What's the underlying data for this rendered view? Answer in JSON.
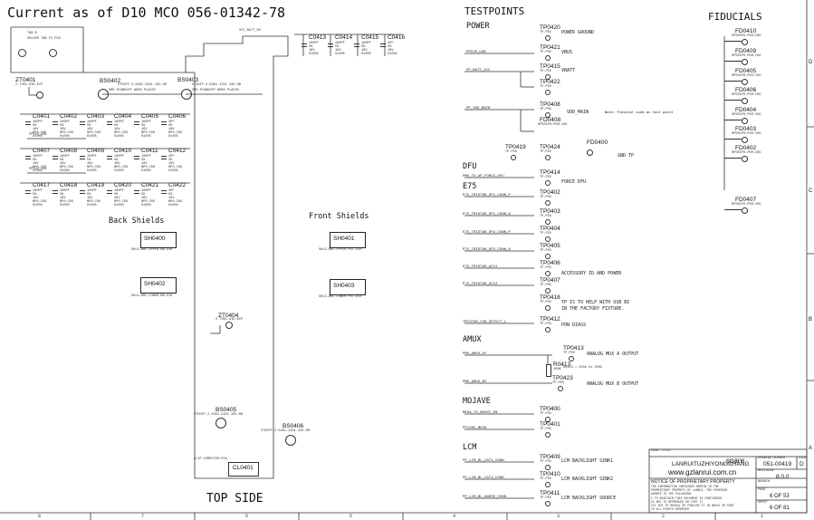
{
  "header": {
    "title": "Current as of D10 MCO 056-01342-78",
    "bottom_title": "TOP SIDE"
  },
  "zones": {
    "bottom": [
      "8",
      "7",
      "6",
      "5",
      "4",
      "3",
      "2",
      "1"
    ],
    "right": [
      "D",
      "C",
      "B",
      "A"
    ]
  },
  "corner_box": {
    "label": "TAB B",
    "sub": "SOLDER TAB TO PCB"
  },
  "standoffs": {
    "zt0401": {
      "ref": "ZT0401",
      "val": "2.7OD1.8ID-ECP"
    },
    "bs0402": {
      "ref": "BS0402",
      "val": "STDOFF-2.9OD1.4ID1.15H-SM",
      "note": "SMD STANDOFF WHEN PLACED"
    },
    "bs0403": {
      "ref": "BS0403",
      "val": "STDOFF-2.9OD1.4ID1.15H-SM",
      "note": "SMD STANDOFF WHEN PLACED"
    },
    "zt0404": {
      "ref": "ZT0404",
      "val": "2.7OD1.8ID-ECP"
    },
    "bs0405": {
      "ref": "BS0405",
      "val": "STDOFF-2.5OD1.4ID1.15H-SM"
    },
    "bs0406": {
      "ref": "BS0406",
      "val": "STDOFF-2.5OD1.4ID1.15H-SM"
    },
    "cl0401": {
      "ref": "CL0401",
      "note": "CLIP-COMPUTER-PCB"
    }
  },
  "rails": {
    "left": "PP5V0_USB",
    "right": "VCC_BATT_S0"
  },
  "cap_rows": [
    [
      {
        "ref": "C0401",
        "val": "100PF"
      },
      {
        "ref": "C0402",
        "val": "100PF"
      },
      {
        "ref": "C0403",
        "val": "100PF"
      },
      {
        "ref": "C0404",
        "val": "100PF"
      },
      {
        "ref": "C0405",
        "val": "100PF"
      },
      {
        "ref": "C0406",
        "val": "4PF"
      }
    ],
    [
      {
        "ref": "C0407",
        "val": "100PF"
      },
      {
        "ref": "C0408",
        "val": "100PF"
      },
      {
        "ref": "C0409",
        "val": "100PF"
      },
      {
        "ref": "C0410",
        "val": "100PF"
      },
      {
        "ref": "C0411",
        "val": "100PF"
      },
      {
        "ref": "C0412",
        "val": "4PF"
      }
    ],
    [
      {
        "ref": "C0417",
        "val": "100PF"
      },
      {
        "ref": "C0418",
        "val": "100PF"
      },
      {
        "ref": "C0419",
        "val": "100PF"
      },
      {
        "ref": "C0420",
        "val": "100PF"
      },
      {
        "ref": "C0421",
        "val": "100PF"
      },
      {
        "ref": "C0422",
        "val": "4PF"
      }
    ]
  ],
  "top_caps": [
    {
      "ref": "C0413",
      "val": "100PF"
    },
    {
      "ref": "C0414",
      "val": "100PF"
    },
    {
      "ref": "C0415",
      "val": "100PF"
    },
    {
      "ref": "C0416",
      "val": "4PF"
    }
  ],
  "cap_spec": {
    "tol": "5%",
    "volt": "16V",
    "dielectric": "NP0-C0G",
    "pkg": "01005"
  },
  "shields": {
    "back_title": "Back Shields",
    "front_title": "Front Shields",
    "sh0400": {
      "ref": "SH0400",
      "part": "SHLD-BRC-UPPER-BB-D10"
    },
    "sh0402": {
      "ref": "SH0402",
      "part": "SHLD-BRC-LOWER-BB-D10"
    },
    "sh0401": {
      "ref": "SH0401",
      "part": "SHLD-BRC-UPPER-FRT-D10"
    },
    "sh0403": {
      "ref": "SH0403",
      "part": "SHLD-BRC-LOWER-FRT-D10"
    }
  },
  "testpoints": {
    "title": "TESTPOINTS",
    "power_title": "POWER",
    "dfu_title": "DFU",
    "e75_title": "E75",
    "amux_title": "AMUX",
    "mojave_title": "MOJAVE",
    "lcm_title": "LCM",
    "pkg": "TP-P55",
    "tp0420": {
      "ref": "TP0420",
      "desc": "POWER GROUND"
    },
    "tp0421": {
      "ref": "TP0421",
      "net": "PP5V0_USB",
      "desc": "VBUS"
    },
    "tp0415": {
      "ref": "TP0415",
      "net": "PP_BATT_VCC",
      "desc": "VBATT"
    },
    "tp0422": {
      "ref": "TP0422"
    },
    "tp0408": {
      "ref": "TP0408",
      "net": "PP_VDD_MAIN",
      "desc": "VDD_MAIN",
      "note": "Note: Fiducial used as test point"
    },
    "fd0408": {
      "ref": "FD0408",
      "val": "0P5R1P0-P5M-C0G"
    },
    "tp0419": {
      "ref": "TP0419"
    },
    "tp0424": {
      "ref": "TP0424"
    },
    "fd0400": {
      "ref": "FD0400",
      "desc": "GND TP"
    },
    "tp0414": {
      "ref": "TP0414",
      "net": "PMU_TO_AP_FORCE_DFU",
      "desc": "FORCE DFU"
    },
    "tp0402": {
      "ref": "TP0402",
      "net": "E75_TRISTAR_DP1_CONN_P"
    },
    "tp0403": {
      "ref": "TP0403",
      "net": "E75_TRISTAR_DP1_CONN_N"
    },
    "tp0404": {
      "ref": "TP0404",
      "net": "E75_TRISTAR_DP2_CONN_P"
    },
    "tp0405": {
      "ref": "TP0405",
      "net": "E75_TRISTAR_DP2_CONN_N"
    },
    "tp0406": {
      "ref": "TP0406",
      "net": "E75_TRISTAR_ACC1",
      "desc": "ACCESSORY ID AND POWER"
    },
    "tp0407": {
      "ref": "TP0407",
      "net": "E75_TRISTAR_ACC2"
    },
    "tp0418": {
      "ref": "TP0418",
      "desc1": "TP IS TO HELP WITH USB BI",
      "desc2": "IN THE FACTORY FIXTURE."
    },
    "tp0412": {
      "ref": "TP0412",
      "net": "TRISTAR_CON_DETECT_L",
      "desc": "PON DIAGS"
    },
    "tp0413": {
      "ref": "TP0413",
      "net": "PMU_AMUX_AY",
      "desc": "ANALOG MUX A OUTPUT"
    },
    "r0413": {
      "ref": "R0413",
      "val": "100K",
      "note": "R0413 > 220k to 200k"
    },
    "tp0423": {
      "ref": "TP0423",
      "net": "PMU_AMUX_BY",
      "desc": "ANALOG MUX B OUTPUT"
    },
    "tp0400": {
      "ref": "TP0400",
      "net": "MESA_TO_BOOST_EN"
    },
    "tp0401": {
      "ref": "TP0401",
      "net": "PP1V05_MESA"
    },
    "tp0409": {
      "ref": "TP0409",
      "net": "PP_LCM_BL_CAT1_CONN",
      "desc": "LCM BACKLIGHT SINK1"
    },
    "tp0410": {
      "ref": "TP0410",
      "net": "PP_LCM_BL_CAT2_CONN",
      "desc": "LCM BACKLIGHT SINK2"
    },
    "tp0411": {
      "ref": "TP0411",
      "net": "PP_LCM_BL_ANODE_CONN",
      "desc": "LCM BACKLIGHT SOURCE"
    }
  },
  "fiducials": {
    "title": "FIDUCIALS",
    "val": "0P5R1P0-P5M-C0G",
    "items": [
      "FD0410",
      "FD0409",
      "FD0405",
      "FD0406",
      "FD0404",
      "FD0403",
      "FD0402",
      "FD0407"
    ]
  },
  "title_block": {
    "page_title_label": "PAGE TITLE",
    "page_title": "spare",
    "company": "LANRUITUZHIYONGCHANG",
    "url": "www.gzlanrui.com.cn",
    "drawing_label": "DRAWING NUMBER",
    "drawing": "051-00419",
    "size_label": "SIZE",
    "size": "D",
    "revision_label": "REVISION",
    "revision": "8.0.0",
    "notice_title": "NOTICE OF PROPRIETARY PROPERTY",
    "notice_lines": [
      "THE INFORMATION CONTAINED HEREIN IS THE",
      "PROPRIETARY PROPERTY OF LANRUI. THE POSESSOR",
      "AGREES TO THE FOLLOWING:",
      "I TO MAINTAIN THIS DOCUMENT IN CONFIDENCE",
      "II NOT TO REPRODUCE OR COPY IT",
      "III NOT TO REVEAL OR PUBLISH IT IN WHOLE OR PART",
      "IV ALL RIGHTS RESERVED"
    ],
    "branch_label": "BRANCH",
    "page_label": "PAGE",
    "page": "6 OF 53",
    "sheet_label": "SHEET",
    "sheet": "6 OF 81"
  }
}
